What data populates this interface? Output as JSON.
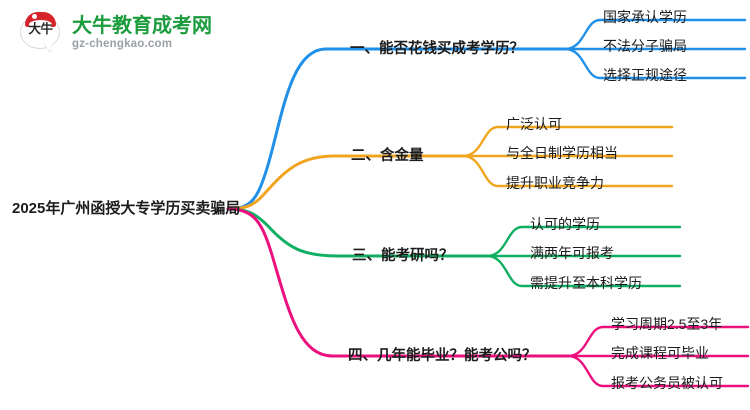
{
  "logo": {
    "mark_text": "大牛",
    "title": "大牛教育成考网",
    "subtitle": "gz-chengkao.com",
    "brand_green": "#1a9b3c",
    "brand_red": "#d6242b"
  },
  "mindmap": {
    "root": {
      "label": "2025年广州函授大专学历买卖骗局"
    },
    "branches": [
      {
        "label": "一、能否花钱买成考学历？",
        "color": "#1f8fe8",
        "children": [
          {
            "label": "国家承认学历"
          },
          {
            "label": "不法分子骗局"
          },
          {
            "label": "选择正规途径"
          }
        ]
      },
      {
        "label": "二、含金量",
        "color": "#f0a51e",
        "children": [
          {
            "label": "广泛认可"
          },
          {
            "label": "与全日制学历相当"
          },
          {
            "label": "提升职业竞争力"
          }
        ]
      },
      {
        "label": "三、能考研吗？",
        "color": "#0fae63",
        "children": [
          {
            "label": "认可的学历"
          },
          {
            "label": "满两年可报考"
          },
          {
            "label": "需提升至本科学历"
          }
        ]
      },
      {
        "label": "四、几年能毕业？能考公吗？",
        "color": "#ec107e",
        "children": [
          {
            "label": "学习周期2.5至3年"
          },
          {
            "label": "完成课程可毕业"
          },
          {
            "label": "报考公务员被认可"
          }
        ]
      }
    ]
  }
}
